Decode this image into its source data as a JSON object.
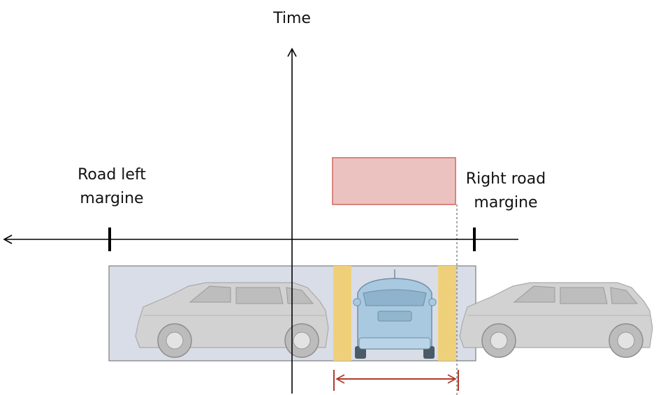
{
  "axis": {
    "time_label": "Time"
  },
  "labels": {
    "left_margin_line1": "Road left",
    "left_margin_line2": "margine",
    "right_margin_line1": "Right road",
    "right_margin_line2": "margine"
  },
  "colors": {
    "axis": "#000000",
    "road_band_fill": "#d9dde8",
    "road_band_stroke": "#666666",
    "occupancy_fill": "#ebc2c0",
    "occupancy_stroke": "#d77a74",
    "lane_edge": "#efd07a",
    "car_side": "#d2d2d2",
    "car_side_line": "#aaaaaa",
    "car_rear": "#a9c9e0",
    "car_rear_line": "#6f8ea6",
    "width_arrow": "#b03a2e",
    "guide_line": "#888888"
  }
}
